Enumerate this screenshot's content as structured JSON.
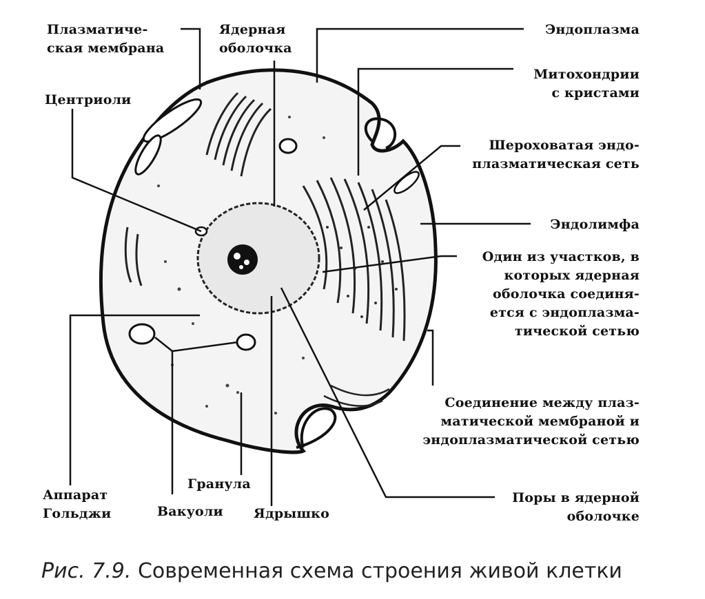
{
  "labels": {
    "plasma_membrane": "Плазматиче-\nская мембрана",
    "nuclear_envelope": "Ядерная\nоболочка",
    "endoplasm": "Эндоплазма",
    "mitochondria": "Митохондрии\nс кристами",
    "centrioles": "Центриоли",
    "rough_er": "Шероховатая эндо-\nплазматическая сеть",
    "endolymph": "Эндолимфа",
    "er_nuclear_junction": "Один из участков, в\nкоторых ядерная\nоболочка соединя-\nется с эндоплазма-\nтической сетью",
    "membrane_er_junction": "Соединение между плаз-\nматической мембраной и\nэндоплазматической сетью",
    "golgi": "Аппарат\nГольджи",
    "vacuoles": "Вакуоли",
    "granule": "Гранула",
    "nucleolus": "Ядрышко",
    "nuclear_pores": "Поры в ядерной\nоболочке"
  },
  "caption": {
    "figure_number": "Рис. 7.9.",
    "text": "Современная схема строения живой клетки"
  }
}
